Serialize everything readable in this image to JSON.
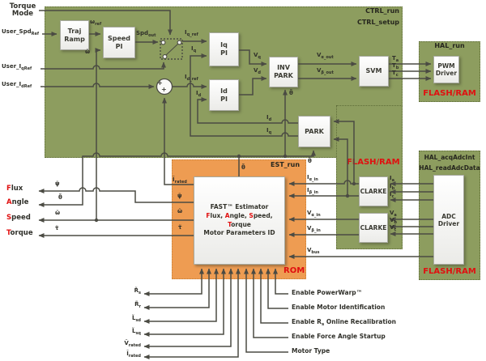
{
  "colors": {
    "green": "#8d9d5f",
    "orange": "#ee9c52",
    "memory_red": "#e01010",
    "wire": "#4b4b43"
  },
  "regions": {
    "ctrl": {
      "labels": [
        "CTRL_run",
        "CTRL_setup"
      ]
    },
    "flashram_mid": {
      "mem": "FLASH/RAM"
    },
    "hal_run": {
      "label": "HAL_run",
      "mem": "FLASH/RAM"
    },
    "adc": {
      "labels": [
        "HAL_acqAdcInt",
        "HAL_readAdcData"
      ],
      "mem": "FLASH/RAM"
    },
    "est": {
      "run_label": "EST_run",
      "rom_label": "ROM"
    }
  },
  "blocks": {
    "traj": {
      "top": "Traj",
      "bottom": "Ramp"
    },
    "speed_pi": {
      "top": "Speed",
      "bottom": "PI"
    },
    "iq_pi": {
      "top": "Iq",
      "bottom": "PI"
    },
    "id_pi": {
      "top": "Id",
      "bottom": "PI"
    },
    "inv_park": {
      "top": "INV",
      "bottom": "PARK"
    },
    "svm": "SVM",
    "park": "PARK",
    "clarke_i": "CLARKE",
    "clarke_v": "CLARKE",
    "pwm": {
      "top": "PWM",
      "bottom": "Driver"
    },
    "adc_driver": {
      "top": "ADC",
      "bottom": "Driver"
    }
  },
  "estimator": {
    "line1": "FAST™ Estimator",
    "line2": [
      {
        "r": "F",
        "t": "lux, "
      },
      {
        "r": "A",
        "t": "ngle, "
      },
      {
        "r": "S",
        "t": "peed, "
      },
      {
        "r": "T",
        "t": "orque"
      }
    ],
    "line3": "Motor Parameters ID"
  },
  "mode": {
    "line1": "Torque",
    "line2": "Mode"
  },
  "sum_plus": "+",
  "signals": {
    "user_spd": {
      "base": "User_Spd",
      "sub": "Ref"
    },
    "user_iq": {
      "base": "User_I",
      "sub": "qRef"
    },
    "user_id": {
      "base": "User_I",
      "sub": "dRef"
    },
    "w_ref": {
      "base": "ω",
      "sub": "ref"
    },
    "spd_out": {
      "base": "Spd",
      "sub": "out"
    },
    "iq_ref": {
      "base": "I",
      "sub": "q_ref"
    },
    "id_ref": {
      "base": "I",
      "sub": "d_ref"
    },
    "iq": {
      "base": "I",
      "sub": "q"
    },
    "id": {
      "base": "I",
      "sub": "d"
    },
    "vq": {
      "base": "V",
      "sub": "q"
    },
    "vd": {
      "base": "V",
      "sub": "d"
    },
    "va_out": {
      "base": "V",
      "sub": "α_out"
    },
    "vb_out": {
      "base": "V",
      "sub": "β_out"
    },
    "ta": {
      "base": "T",
      "sub": "a"
    },
    "tb": {
      "base": "T",
      "sub": "b"
    },
    "tc": {
      "base": "T",
      "sub": "c"
    },
    "theta": {
      "base": "θ̃"
    },
    "omega": {
      "base": "ω̃"
    },
    "psi": {
      "base": "ψ̃"
    },
    "tau": {
      "base": "τ̃"
    },
    "irated": {
      "base": "Ĩ",
      "sub": "rated"
    },
    "vrated": {
      "base": "Ṽ",
      "sub": "rated"
    },
    "rs": {
      "base": "R̃",
      "sub": "s"
    },
    "rr": {
      "base": "R̃",
      "sub": "r"
    },
    "lsd": {
      "base": "L̃",
      "sub": "sd"
    },
    "lsq": {
      "base": "L̃",
      "sub": "sq"
    },
    "ialpha_in": {
      "base": "I",
      "sub": "α_in"
    },
    "ibeta_in": {
      "base": "I",
      "sub": "β_in"
    },
    "valpha_in": {
      "base": "V",
      "sub": "α_in"
    },
    "vbeta_in": {
      "base": "V",
      "sub": "β_in"
    },
    "vbus": {
      "base": "V",
      "sub": "bus"
    },
    "ia": {
      "base": "I",
      "sub": "a"
    },
    "ib": {
      "base": "I",
      "sub": "b"
    },
    "ic": {
      "base": "I",
      "sub": "c"
    },
    "va": {
      "base": "V",
      "sub": "a"
    },
    "vb": {
      "base": "V",
      "sub": "b"
    },
    "vc": {
      "base": "V",
      "sub": "c"
    }
  },
  "outputs": {
    "flux": {
      "first": "F",
      "rest": "lux"
    },
    "angle": {
      "first": "A",
      "rest": "ngle"
    },
    "speed": {
      "first": "S",
      "rest": "peed"
    },
    "torque": {
      "first": "T",
      "rest": "orque"
    }
  },
  "config_inputs": {
    "powerwarp": "Enable PowerWarp™",
    "motor_id": "Enable Motor Identification",
    "rs_recal": {
      "pre": "Enable R",
      "sub": "s",
      "post": " Online Recalibration"
    },
    "force_angle": "Enable Force Angle Startup",
    "motor_type": "Motor Type"
  }
}
